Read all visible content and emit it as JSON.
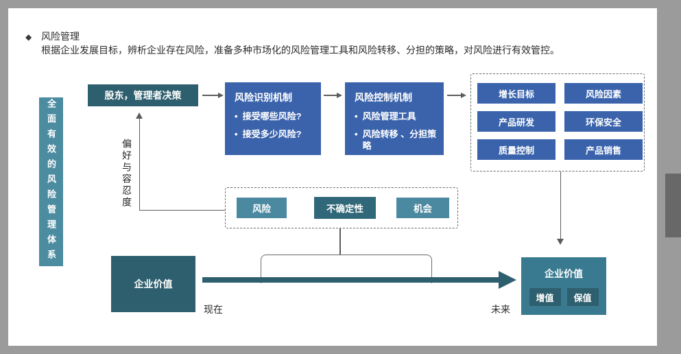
{
  "header": {
    "bullet": "◆",
    "title": "风险管理",
    "description": "根据企业发展目标，辨析企业存在风险，准备多种市场化的风险管理工具和风险转移、分担的策略，对风险进行有效管控。"
  },
  "glyphs": {
    "bullet": "•"
  },
  "sidebar": {
    "label": "全面有效的风险管理体系",
    "color": "#4c8ca1"
  },
  "flow": {
    "decision": {
      "label": "股东，管理者决策",
      "color": "#2e5f6e"
    },
    "identify": {
      "title": "风险识别机制",
      "bullets": [
        "接受哪些风险?",
        "接受多少风险?"
      ],
      "color": "#3a63ac"
    },
    "control": {
      "title": "风险控制机制",
      "bullets": [
        "风险管理工具",
        "风险转移 、分担策略"
      ],
      "color": "#3a63ac"
    },
    "preference_label": "偏好与容忍度"
  },
  "domains": {
    "color": "#3a63ac",
    "items": [
      "增长目标",
      "风险因素",
      "产品研发",
      "环保安全",
      "质量控制",
      "产品销售"
    ]
  },
  "factors": {
    "items": [
      {
        "label": "风险",
        "color": "#4a89a0"
      },
      {
        "label": "不确定性",
        "color": "#316879"
      },
      {
        "label": "机会",
        "color": "#4a89a0"
      }
    ]
  },
  "valueflow": {
    "present_box": "企业价值",
    "present_label": "现在",
    "future_label": "未来",
    "arrow_color": "#2e5f6e",
    "future_box": {
      "title": "企业价值",
      "badges": [
        "增值",
        "保值"
      ],
      "color": "#3a7a90"
    }
  }
}
